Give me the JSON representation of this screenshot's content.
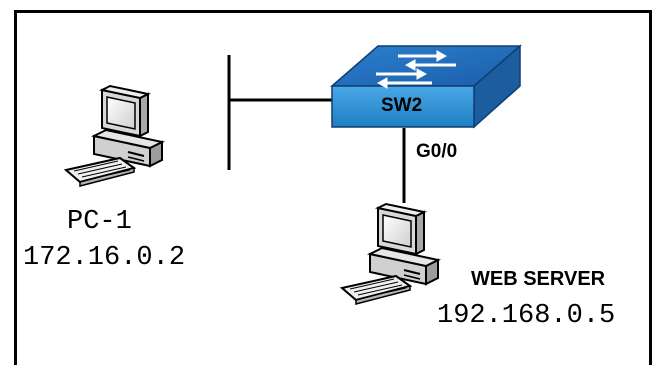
{
  "switch": {
    "label": "SW2",
    "port": "G0/0"
  },
  "pc1": {
    "name": "PC-1",
    "ip": "172.16.0.2"
  },
  "web_server": {
    "name": "WEB SERVER",
    "ip": "192.168.0.5"
  },
  "icons": {
    "switch": "switch-icon",
    "pc": "computer-icon",
    "server": "computer-icon"
  },
  "colors": {
    "switch_front": "#2a8fd0",
    "switch_top": "#1d6fb8",
    "line": "#000000"
  }
}
